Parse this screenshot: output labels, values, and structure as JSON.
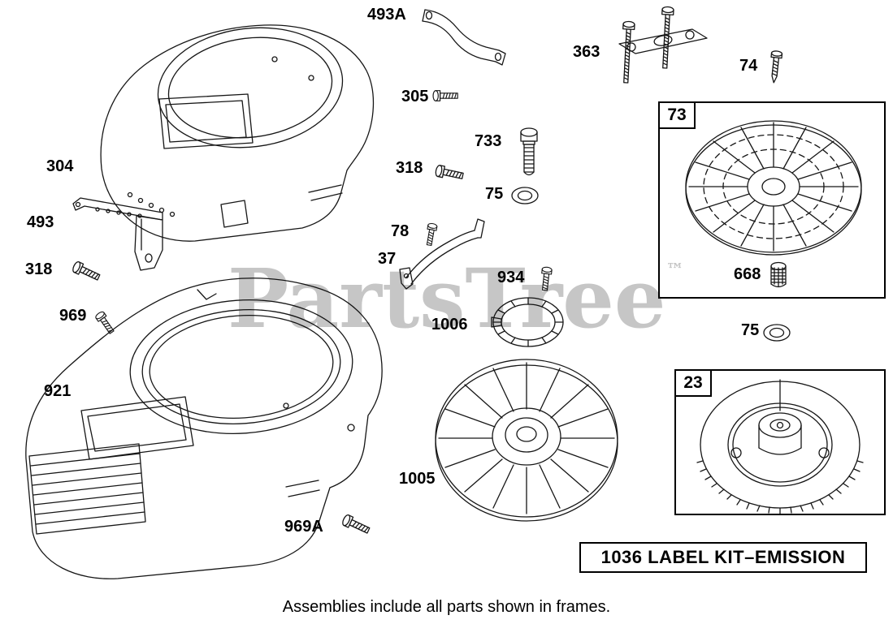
{
  "diagram": {
    "watermark": "PartsTree",
    "watermark_tm": "™",
    "footer": "Assemblies include all parts shown in frames."
  },
  "callouts": {
    "c493A": "493A",
    "c363": "363",
    "c74": "74",
    "c304": "304",
    "c305": "305",
    "c733": "733",
    "c318_mid": "318",
    "c75_mid": "75",
    "c493": "493",
    "c78": "78",
    "c37": "37",
    "c318_left": "318",
    "c934": "934",
    "c969": "969",
    "c1006": "1006",
    "c668": "668",
    "c75_right": "75",
    "c921": "921",
    "c1005": "1005",
    "c969A": "969A"
  },
  "frames": {
    "f73": "73",
    "f23": "23",
    "emission": "1036 LABEL KIT–EMISSION"
  }
}
